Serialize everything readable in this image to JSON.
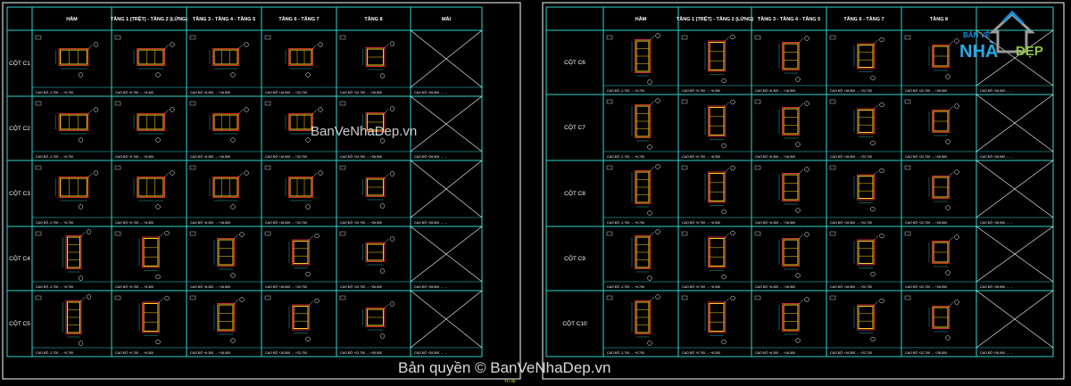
{
  "sheets": [
    {
      "headers": [
        "HẦM",
        "TẦNG 1 (TRỆT) - TẦNG 2 (LỬNG)",
        "TẦNG 3 - TẦNG 4 - TẦNG 5",
        "TẦNG 6 - TẦNG 7",
        "TẦNG 8",
        "MÁI"
      ],
      "rows": [
        "CỘT C1",
        "CỘT C2",
        "CỘT C3",
        "CỘT C4",
        "CỘT C5"
      ]
    },
    {
      "headers": [
        "HẦM",
        "TẦNG 1 (TRỆT) - TẦNG 2 (LỬNG)",
        "TẦNG 3 - TẦNG 4 - TẦNG 5",
        "TẦNG 6 - TẦNG 7",
        "TẦNG 8"
      ],
      "rows": [
        "CỘT C6",
        "CỘT C7",
        "CỘT C8",
        "CỘT C9",
        "CỘT C10"
      ]
    }
  ],
  "elevation_label": "CAO ĐỘ",
  "elevations": [
    "-2.700 → +0.700",
    "+0.700 → +6.300",
    "+6.300 → +16.500",
    "+16.500 → +22.700",
    "+22.700 → +26.500",
    "+26.500 → ..."
  ],
  "watermark_center": "BanVeNhaDep.vn",
  "watermark_bottom": "Bản quyền © BanVeNhaDep.vn",
  "logo": {
    "top": "BẢN VẼ",
    "left": "NHÀ",
    "right": "ĐẸP"
  },
  "page_number": "TC-05",
  "colors": {
    "grid": "#2fd6d0",
    "frame": "#ffffff",
    "steel": "#ffd21a",
    "concrete": "#ff3b3b",
    "background": "#000000"
  }
}
